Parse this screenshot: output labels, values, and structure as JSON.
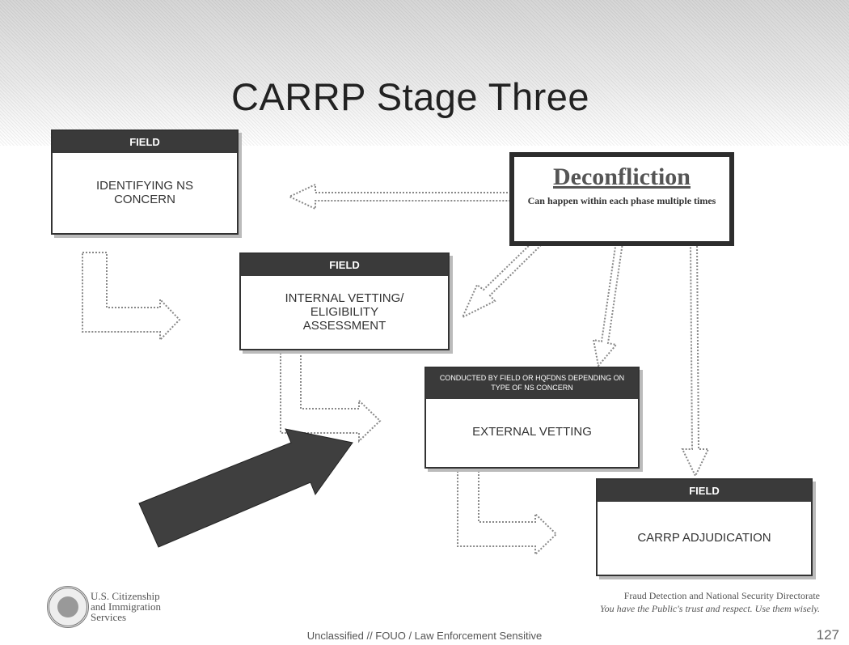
{
  "slide": {
    "title": "CARRP Stage Three",
    "boxes": {
      "identify": {
        "header": "FIELD",
        "body": "IDENTIFYING NS CONCERN"
      },
      "internal": {
        "header": "FIELD",
        "body": "INTERNAL VETTING/ ELIGIBILITY ASSESSMENT"
      },
      "external": {
        "header": "CONDUCTED BY FIELD OR HQFDNS DEPENDING ON TYPE OF NS CONCERN",
        "body": "EXTERNAL VETTING"
      },
      "adjudication": {
        "header": "FIELD",
        "body": "CARRP ADJUDICATION"
      }
    },
    "deconfliction": {
      "heading": "Deconfliction",
      "subtext": "Can happen within each phase multiple times"
    },
    "footer": {
      "agency": [
        "U.S. Citizenship",
        "and Immigration",
        "Services"
      ],
      "directorate": "Fraud Detection and National Security Directorate",
      "motto": "You have the Public's trust and respect. Use them wisely.",
      "classification": "Unclassified // FOUO / Law Enforcement Sensitive",
      "page_number": "127"
    }
  }
}
